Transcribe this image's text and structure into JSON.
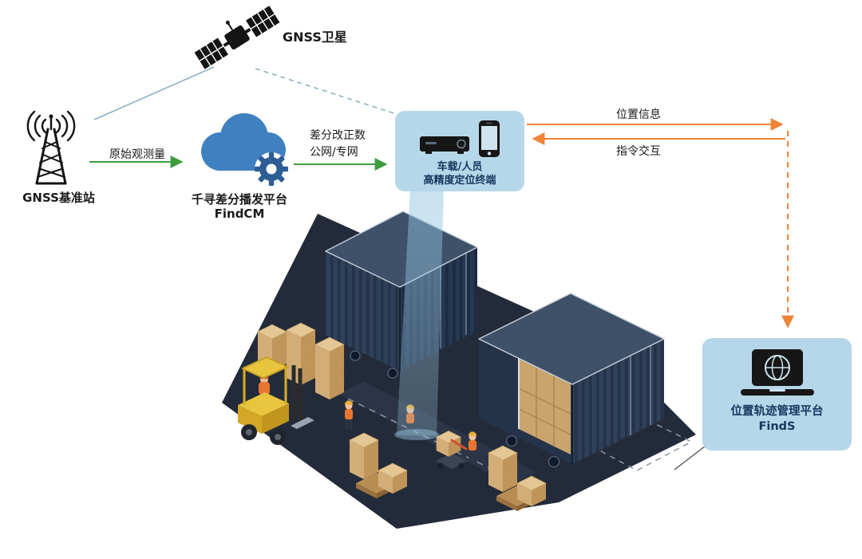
{
  "nodes": {
    "satellite": {
      "label": "GNSS卫星"
    },
    "base_station": {
      "label": "GNSS基准站"
    },
    "cloud": {
      "line1": "千寻差分播发平台",
      "line2": "FindCM"
    },
    "terminal": {
      "line1": "车载/人员",
      "line2": "高精度定位终端"
    },
    "platform": {
      "line1": "位置轨迹管理平台",
      "line2": "FindS"
    }
  },
  "links": {
    "raw_observation": {
      "label": "原始观测量"
    },
    "correction": {
      "line1": "差分改正数",
      "line2": "公网/专网"
    },
    "position_info": {
      "label": "位置信息"
    },
    "command": {
      "label": "指令交互"
    }
  },
  "icons": {
    "satellite": "satellite-icon",
    "base_station": "antenna-tower-icon",
    "cloud": "cloud-gear-icon",
    "terminal": "receiver-and-phone-icons",
    "platform": "laptop-globe-icon"
  },
  "colors": {
    "green_arrow": "#3f9d3f",
    "orange_arrow": "#ef8338",
    "satellite_link": "#8ab0bf",
    "card_background": "#b6d7e9",
    "card_text": "#17365e",
    "cloud_blue": "#3f80c1",
    "gear_blue": "#2c5e95",
    "ground": "#232b3a",
    "container_navy": "#2e4158",
    "carton_tan": "#d3ad77",
    "forklift_yellow": "#e9c43f",
    "beam_blue": "#8fc3e0"
  }
}
